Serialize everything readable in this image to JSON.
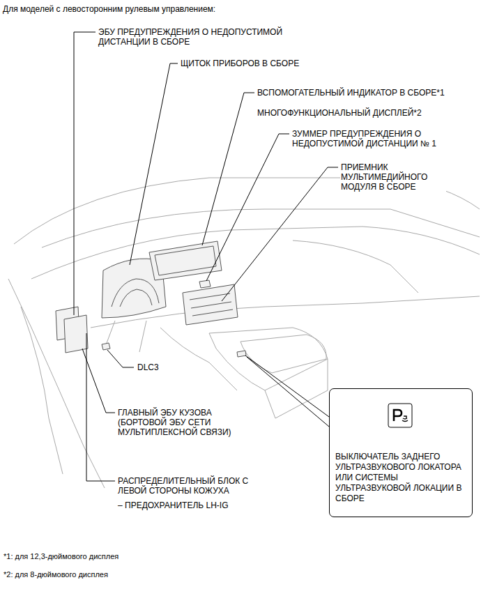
{
  "diagram": {
    "title": "Для моделей с левосторонним рулевым управлением:",
    "nodes": [
      {
        "text": [
          "ВЫКЛЮЧАТЕЛЬ ЗАДНЕГО УЛЬТРАЗВУКОВОГО ЛОКАТОРА ИЛИ СИСТЕМЫ УЛЬТРАЗВУКОВОЙ ЛОКАЦИИ В СБОРЕ"
        ]
      }
    ],
    "labels": [
      "ЭБУ ПРЕДУПРЕЖДЕНИЯ О НЕДОПУСТИМОЙ ДИСТАНЦИИ В СБОРЕ",
      "ЩИТОК ПРИБОРОВ В СБОРЕ",
      "ВСПОМОГАТЕЛЬНЫЙ ИНДИКАТОР В СБОРЕ*1",
      "МНОГОФУНКЦИОНАЛЬНЫЙ ДИСПЛЕЙ*2",
      "ЗУММЕР ПРЕДУПРЕЖДЕНИЯ О НЕДОПУСТИМОЙ ДИСТАНЦИИ № 1",
      "ПРИЕМНИК МУЛЬТИМЕДИЙНОГО МОДУЛЯ В СБОРЕ",
      "DLC3",
      "ГЛАВНЫЙ ЭБУ КУЗОВА (БОРТОВОЙ ЭБУ СЕТИ МУЛЬТИПЛЕКСНОЙ СВЯЗИ)",
      "РАСПРЕДЕЛИТЕЛЬНЫЙ БЛОК С ЛЕВОЙ СТОРОНЫ КОЖУХА",
      "– ПРЕДОХРАНИТЕЛЬ LH-IG",
      "*1: для 12,3-дюймового дисплея",
      "*2: для 8-дюймового дисплея"
    ]
  }
}
